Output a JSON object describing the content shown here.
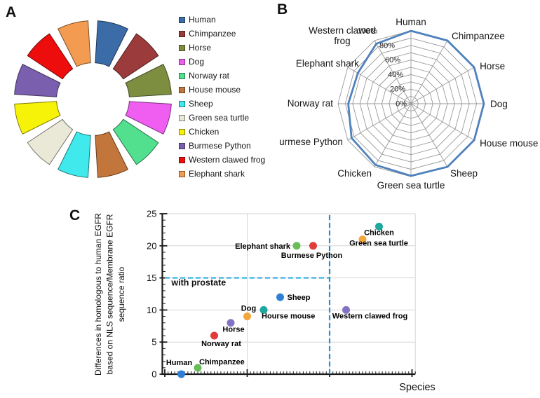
{
  "panels": {
    "a": {
      "label": "A"
    },
    "b": {
      "label": "B"
    },
    "c": {
      "label": "C"
    }
  },
  "legend": {
    "items": [
      {
        "label": "Human",
        "color": "#3c6ca8"
      },
      {
        "label": "Chimpanzee",
        "color": "#9c3b3b"
      },
      {
        "label": "Horse",
        "color": "#7e8e41"
      },
      {
        "label": "Dog",
        "color": "#ef5ef1"
      },
      {
        "label": "Norway rat",
        "color": "#52e08e"
      },
      {
        "label": "House mouse",
        "color": "#c3763c"
      },
      {
        "label": "Sheep",
        "color": "#40e9ec"
      },
      {
        "label": "Green sea turtle",
        "color": "#eae9d7"
      },
      {
        "label": "Chicken",
        "color": "#f7f308"
      },
      {
        "label": "Burmese Python",
        "color": "#7a5fae"
      },
      {
        "label": "Western clawed frog",
        "color": "#ee0d0d"
      },
      {
        "label": "Elephant shark",
        "color": "#f49b52"
      }
    ]
  },
  "chart_data": [
    {
      "panel": "A",
      "type": "pie",
      "style": "donut-equal-segments",
      "categories": [
        "Human",
        "Chimpanzee",
        "Horse",
        "Dog",
        "Norway rat",
        "House mouse",
        "Sheep",
        "Green sea turtle",
        "Chicken",
        "Burmese Python",
        "Western clawed frog",
        "Elephant shark"
      ],
      "values": [
        1,
        1,
        1,
        1,
        1,
        1,
        1,
        1,
        1,
        1,
        1,
        1
      ],
      "colors": [
        "#3c6ca8",
        "#9c3b3b",
        "#7e8e41",
        "#ef5ef1",
        "#52e08e",
        "#c3763c",
        "#40e9ec",
        "#eae9d7",
        "#f7f308",
        "#7a5fae",
        "#ee0d0d",
        "#f49b52"
      ],
      "legend_position": "right"
    },
    {
      "panel": "B",
      "type": "radar",
      "categories": [
        "Human",
        "Chimpanzee",
        "Horse",
        "Dog",
        "House mouse",
        "Sheep",
        "Green sea turtle",
        "Chicken",
        "Burmese Python",
        "Norway rat",
        "Elephant shark",
        "Western clawed frog"
      ],
      "values": [
        100,
        100,
        100,
        100,
        100,
        100,
        99,
        97,
        94,
        86,
        84,
        95
      ],
      "rmax": 100,
      "ring_step_pct": 10,
      "tick_labels": [
        "0%",
        "20%",
        "40%",
        "60%",
        "80%",
        "100%"
      ],
      "tick_values": [
        0,
        20,
        40,
        60,
        80,
        100
      ],
      "line_color": "#4f81bd",
      "grid_color": "#999999"
    },
    {
      "panel": "C",
      "type": "scatter",
      "xlabel": "Species",
      "ylabel_lines": [
        "Differences in homologous to human EGFR",
        "based on NLS sequence/Membrane EGFR",
        "sequence ratio"
      ],
      "xlim": [
        0,
        15.2
      ],
      "ylim": [
        0,
        25
      ],
      "yticks": [
        0,
        5,
        10,
        15,
        20,
        25
      ],
      "x_gridlines": [
        5,
        10,
        15.2
      ],
      "y_gridlines": [
        5,
        10,
        15,
        20,
        25
      ],
      "grid": true,
      "points": [
        {
          "label": "Human",
          "x": 1,
          "y": 0,
          "color": "#2d80d3"
        },
        {
          "label": "Chimpanzee",
          "x": 2,
          "y": 1,
          "color": "#69bd59"
        },
        {
          "label": "Norway rat",
          "x": 3,
          "y": 6,
          "color": "#e13c39"
        },
        {
          "label": "Horse",
          "x": 4,
          "y": 8,
          "color": "#8372c4"
        },
        {
          "label": "Dog",
          "x": 5,
          "y": 9,
          "color": "#f2a63b"
        },
        {
          "label": "Hourse mouse",
          "x": 6,
          "y": 10,
          "color": "#1da79e"
        },
        {
          "label": "Sheep",
          "x": 7,
          "y": 12,
          "color": "#2d80d3"
        },
        {
          "label": "Elephant shark",
          "x": 8,
          "y": 20,
          "color": "#69bd59"
        },
        {
          "label": "Burmese Python",
          "x": 9,
          "y": 20,
          "color": "#e13c39"
        },
        {
          "label": "Western clawed frog",
          "x": 11,
          "y": 10,
          "color": "#8372c4"
        },
        {
          "label": "Green sea turtle",
          "x": 12,
          "y": 21,
          "color": "#f2a63b"
        },
        {
          "label": "Chicken",
          "x": 13,
          "y": 23,
          "color": "#1da79e"
        }
      ],
      "annotations": {
        "hline": {
          "y": 15,
          "x_from": 0,
          "x_to": 10,
          "color": "#29abe2",
          "style": "dashed"
        },
        "vline": {
          "x": 10,
          "y_from": 0,
          "y_to": 25,
          "color": "#2f8fc5",
          "style": "dashed"
        },
        "text": {
          "label": "with prostate",
          "x": 0.4,
          "y": 13.8
        }
      }
    }
  ]
}
